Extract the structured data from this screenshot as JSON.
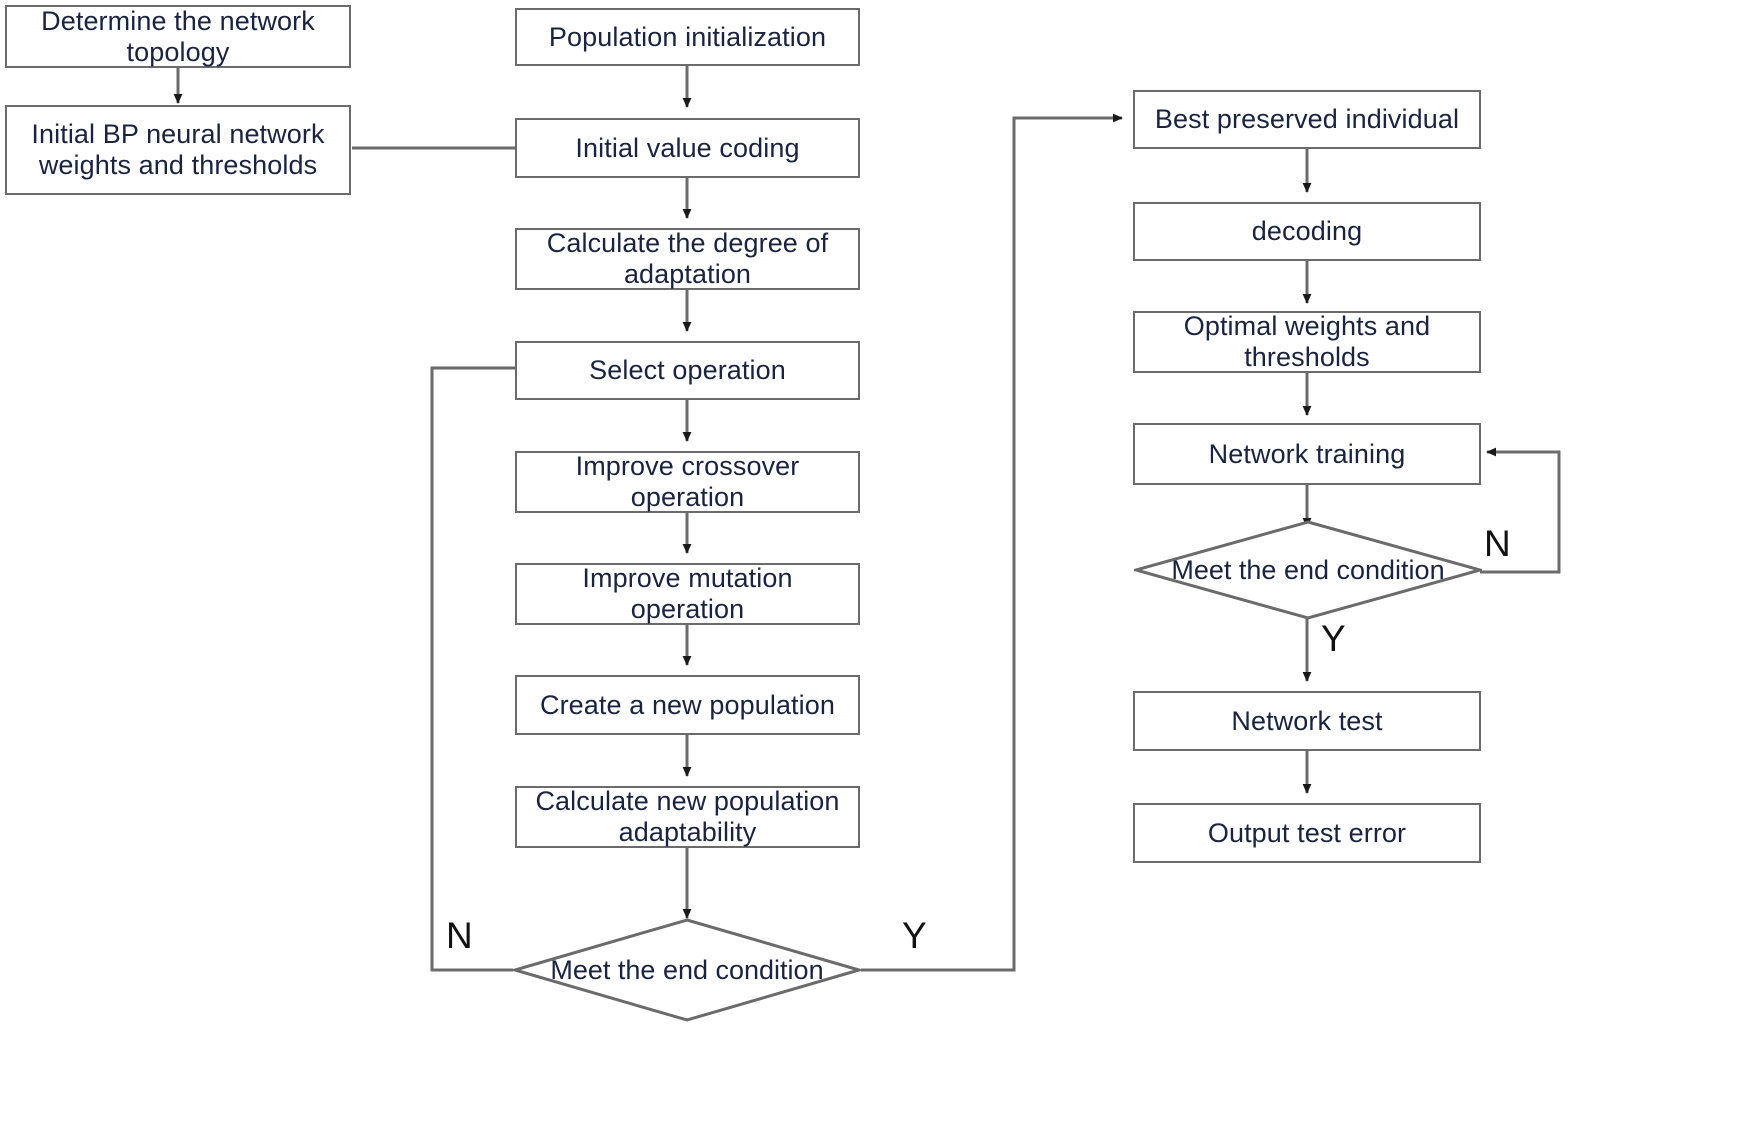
{
  "diagram": {
    "title": "GA-BP neural network flowchart",
    "colors": {
      "node_border": "#6b6b6b",
      "node_fill": "#ffffff",
      "text": "#1a2340",
      "edge": "#6b6b6b",
      "edge_label": "#111111",
      "background": "#ffffff"
    },
    "left_column": {
      "nodes": [
        {
          "id": "determine-network-topology",
          "label": "Determine the network topology"
        },
        {
          "id": "initial-bp-weights",
          "label": "Initial BP neural network weights and thresholds"
        }
      ]
    },
    "middle_column": {
      "nodes": [
        {
          "id": "population-initialization",
          "label": "Population initialization"
        },
        {
          "id": "initial-value-coding",
          "label": "Initial value coding"
        },
        {
          "id": "calculate-degree-adaptation",
          "label": "Calculate the degree of adaptation"
        },
        {
          "id": "select-operation",
          "label": "Select operation"
        },
        {
          "id": "improve-crossover-operation",
          "label": "Improve crossover operation"
        },
        {
          "id": "improve-mutation-operation",
          "label": "Improve mutation operation"
        },
        {
          "id": "create-new-population",
          "label": "Create a new population"
        },
        {
          "id": "calculate-new-population-adaptability",
          "label": "Calculate new population adaptability"
        }
      ],
      "decision": {
        "id": "meet-end-condition-ga",
        "label": "Meet the end condition"
      },
      "decision_labels": {
        "no": "N",
        "yes": "Y"
      }
    },
    "right_column": {
      "nodes": [
        {
          "id": "best-preserved-individual",
          "label": "Best preserved individual"
        },
        {
          "id": "decoding",
          "label": "decoding"
        },
        {
          "id": "optimal-weights-thresholds",
          "label": "Optimal weights and thresholds"
        },
        {
          "id": "network-training",
          "label": "Network training"
        }
      ],
      "decision": {
        "id": "meet-end-condition-bp",
        "label": "Meet the end condition"
      },
      "decision_labels": {
        "no": "N",
        "yes": "Y"
      },
      "nodes_after": [
        {
          "id": "network-test",
          "label": "Network test"
        },
        {
          "id": "output-test-error",
          "label": "Output test error"
        }
      ]
    }
  }
}
